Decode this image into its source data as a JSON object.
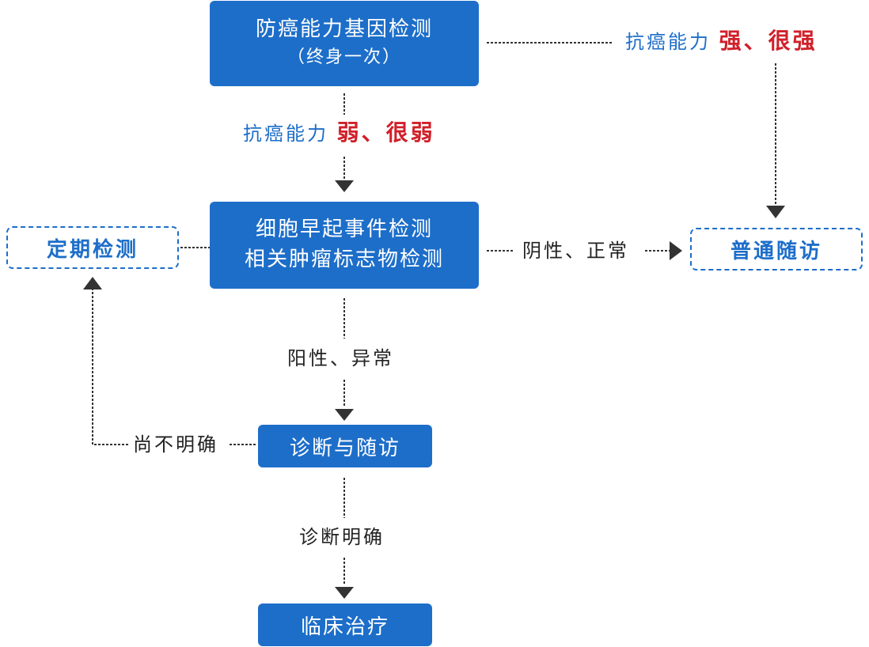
{
  "nodes": {
    "gene_test": {
      "line1": "防癌能力基因检测",
      "line2": "（终身一次）"
    },
    "cell_test": {
      "line1": "细胞早起事件检测",
      "line2": "相关肿瘤标志物检测"
    },
    "diagnosis": {
      "label": "诊断与随访"
    },
    "treatment": {
      "label": "临床治疗"
    },
    "regular_check": {
      "label": "定期检测"
    },
    "normal_followup": {
      "label": "普通随访"
    }
  },
  "labels": {
    "strong": {
      "prefix": "抗癌能力",
      "value": "强、很强"
    },
    "weak": {
      "prefix": "抗癌能力",
      "value": "弱、很弱"
    },
    "negative": "阴性、正常",
    "positive": "阳性、异常",
    "unclear": "尚不明确",
    "confirmed": "诊断明确"
  },
  "colors": {
    "box_fill": "#1d6ec9",
    "highlight": "#d0202a",
    "connector": "#333333"
  }
}
